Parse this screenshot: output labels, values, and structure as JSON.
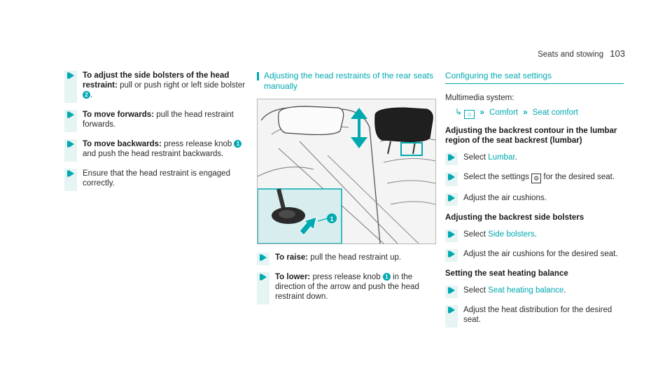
{
  "header": {
    "section": "Seats and stowing",
    "page": "103"
  },
  "col1": {
    "steps": [
      {
        "bold": "To adjust the side bolsters of the head restraint:",
        "text": "pull or push right or left side bolster",
        "knob": "2",
        "after": "."
      },
      {
        "bold": "To move forwards:",
        "text": "pull the head restraint forwards."
      },
      {
        "bold": "To move backwards:",
        "text": "press release knob",
        "knob": "1",
        "after": "and push the head restraint backwards."
      },
      {
        "text": "Ensure that the head restraint is engaged correctly."
      }
    ]
  },
  "col2": {
    "title": "Adjusting the head restraints of the rear seats manually",
    "figure_callout": "1",
    "steps": [
      {
        "bold": "To raise:",
        "text": "pull the head restraint up."
      },
      {
        "bold": "To lower:",
        "text": "press release knob",
        "knob": "1",
        "after": "in the direction of the arrow and push the head restraint down."
      }
    ]
  },
  "col3": {
    "title": "Configuring the seat settings",
    "intro": "Multimedia system:",
    "nav": {
      "home_icon": "home-icon",
      "item1": "Comfort",
      "item2": "Seat comfort"
    },
    "sections": [
      {
        "heading": "Adjusting the backrest contour in the lumbar region of the seat backrest (lumbar)",
        "steps": [
          {
            "pre": "Select",
            "link": "Lumbar",
            "post": "."
          },
          {
            "pre": "Select the settings",
            "icon": "gear-icon",
            "post": "for the desired seat."
          },
          {
            "pre": "Adjust the air cushions."
          }
        ]
      },
      {
        "heading": "Adjusting the backrest side bolsters",
        "steps": [
          {
            "pre": "Select",
            "link": "Side bolsters",
            "post": "."
          },
          {
            "pre": "Adjust the air cushions for the desired seat."
          }
        ]
      },
      {
        "heading": "Setting the seat heating balance",
        "steps": [
          {
            "pre": "Select",
            "link": "Seat heating balance",
            "post": "."
          },
          {
            "pre": "Adjust the heat distribution for the desired seat."
          }
        ]
      }
    ]
  },
  "colors": {
    "accent": "#00a8b0",
    "stripe": "#e6f4f4",
    "text": "#2b2b2b"
  }
}
